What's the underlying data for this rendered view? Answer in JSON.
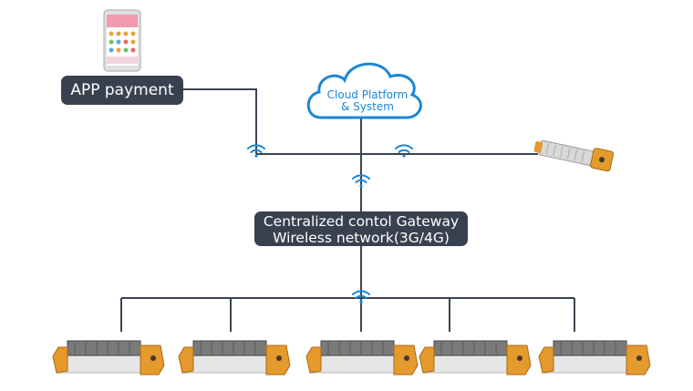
{
  "app_payment": {
    "label": "APP payment"
  },
  "cloud": {
    "line1": "Cloud Platform",
    "line2": "& System"
  },
  "gateway": {
    "line1": "Centralized contol Gateway",
    "line2": "Wireless network(3G/4G)"
  },
  "colors": {
    "line": "#3c4452",
    "cloud": "#1a86d8",
    "wifi": "#1a86d8",
    "label_bg": "#394150",
    "device_orange": "#e49a2c"
  },
  "icons": [
    "smartphone-app-icon",
    "cloud-icon",
    "wifi-icon",
    "parking-lock-device-icon",
    "vehicle-detector-device-icon"
  ]
}
